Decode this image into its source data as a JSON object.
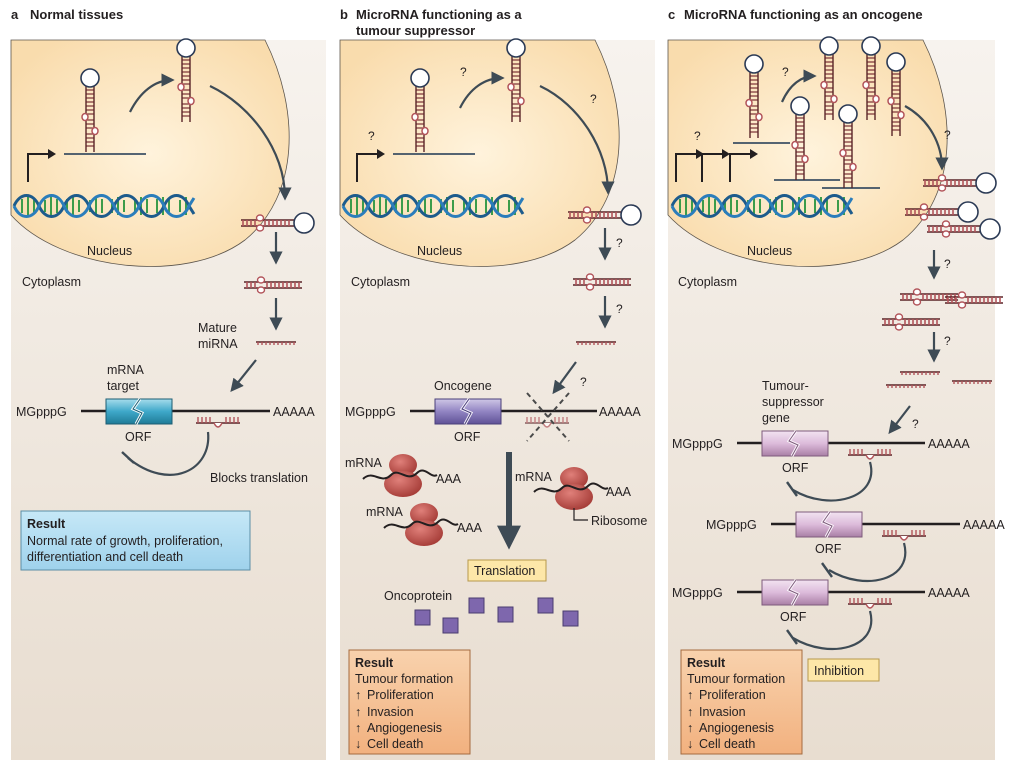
{
  "panels": [
    {
      "letter": "a",
      "title": "Normal tissues",
      "nucleus": "Nucleus",
      "cytoplasm": "Cytoplasm",
      "mature_mirna": [
        "Mature",
        "miRNA"
      ],
      "mrna_target": [
        "mRNA",
        "target"
      ],
      "cap": "MGpppG",
      "polya": "AAAAA",
      "orf": "ORF",
      "blocks": "Blocks translation",
      "result_title": "Result",
      "result_lines": [
        "Normal rate of growth, proliferation,",
        "differentiation and cell death"
      ]
    },
    {
      "letter": "b",
      "title_lines": [
        "MicroRNA functioning as a",
        "tumour suppressor"
      ],
      "nucleus": "Nucleus",
      "cytoplasm": "Cytoplasm",
      "question": "?",
      "oncogene": "Oncogene",
      "cap": "MGpppG",
      "polya": "AAAAA",
      "orf": "ORF",
      "mrna": "mRNA",
      "aaa": "AAA",
      "ribosome": "Ribosome",
      "translation": "Translation",
      "oncoprotein": "Oncoprotein",
      "result_title": "Result",
      "result_lines": [
        "Tumour formation",
        "Proliferation",
        "Invasion",
        "Angiogenesis",
        "Cell death"
      ]
    },
    {
      "letter": "c",
      "title": "MicroRNA functioning as an oncogene",
      "nucleus": "Nucleus",
      "cytoplasm": "Cytoplasm",
      "question": "?",
      "tsg": [
        "Tumour-",
        "suppressor",
        "gene"
      ],
      "cap": "MGpppG",
      "polya": "AAAAA",
      "orf": "ORF",
      "inhibition": "Inhibition",
      "result_title": "Result",
      "result_lines": [
        "Tumour formation",
        "Proliferation",
        "Invasion",
        "Angiogenesis",
        "Cell death"
      ]
    }
  ],
  "arrows": {
    "up": "↑",
    "down": "↓"
  },
  "colors": {
    "panel_top": "#f6f1eb",
    "panel_bottom": "#e8dfd3",
    "nucleus": "#fbe3b6",
    "dna_strand": "#1d5b8c",
    "dna_rungs": "#3c9c4a",
    "mirna": "#b2545a",
    "result_blue": "#b9dff2",
    "result_orange": "#f6c399",
    "label_yellow": "#fde7a8",
    "orf_blue": "#3aa8c8",
    "orf_purple": "#8d80bc",
    "orf_pink": "#d7b5d6",
    "ribosome": "#b84944",
    "protein": "#7e67ad"
  }
}
